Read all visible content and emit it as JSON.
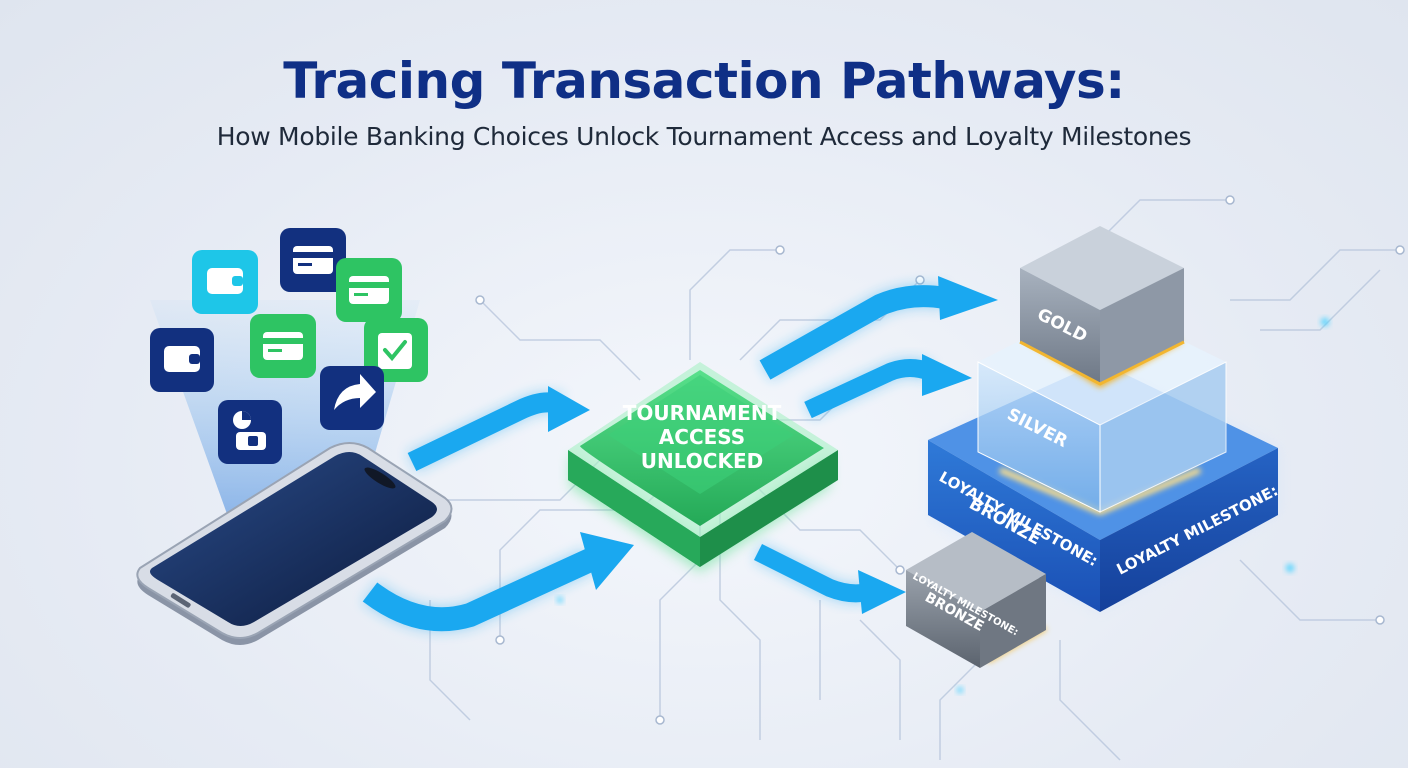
{
  "header": {
    "title": "Tracing Transaction Pathways:",
    "subtitle": "How Mobile Banking Choices Unlock Tournament Access and Loyalty Milestones"
  },
  "hub": {
    "line1": "TOURNAMENT",
    "line2": "ACCESS",
    "line3": "UNLOCKED"
  },
  "tiers": {
    "gold": "GOLD",
    "silver": "SILVER",
    "base_front_line1": "LOYALTY MILESTONE:",
    "base_front_line2": "BRONZE",
    "base_right": "LOYALTY MILESTONE:",
    "small_line1": "LOYALTY MILESTONE:",
    "small_line2": "BRONZE"
  },
  "icons": [
    "wallet-icon",
    "credit-card-icon",
    "credit-card-icon",
    "credit-card-icon",
    "wallet-icon",
    "checklist-icon",
    "share-arrow-icon",
    "pie-chart-icon"
  ],
  "colors": {
    "title": "#0f2f86",
    "navy_tile": "#12307f",
    "green_tile": "#2ec463",
    "teal_tile": "#1ec6e8",
    "arrow": "#1aa8f0",
    "hub": "#2fbf6a",
    "tier_blue": "#2b6fd1",
    "gold_glow": "#f2b630"
  }
}
